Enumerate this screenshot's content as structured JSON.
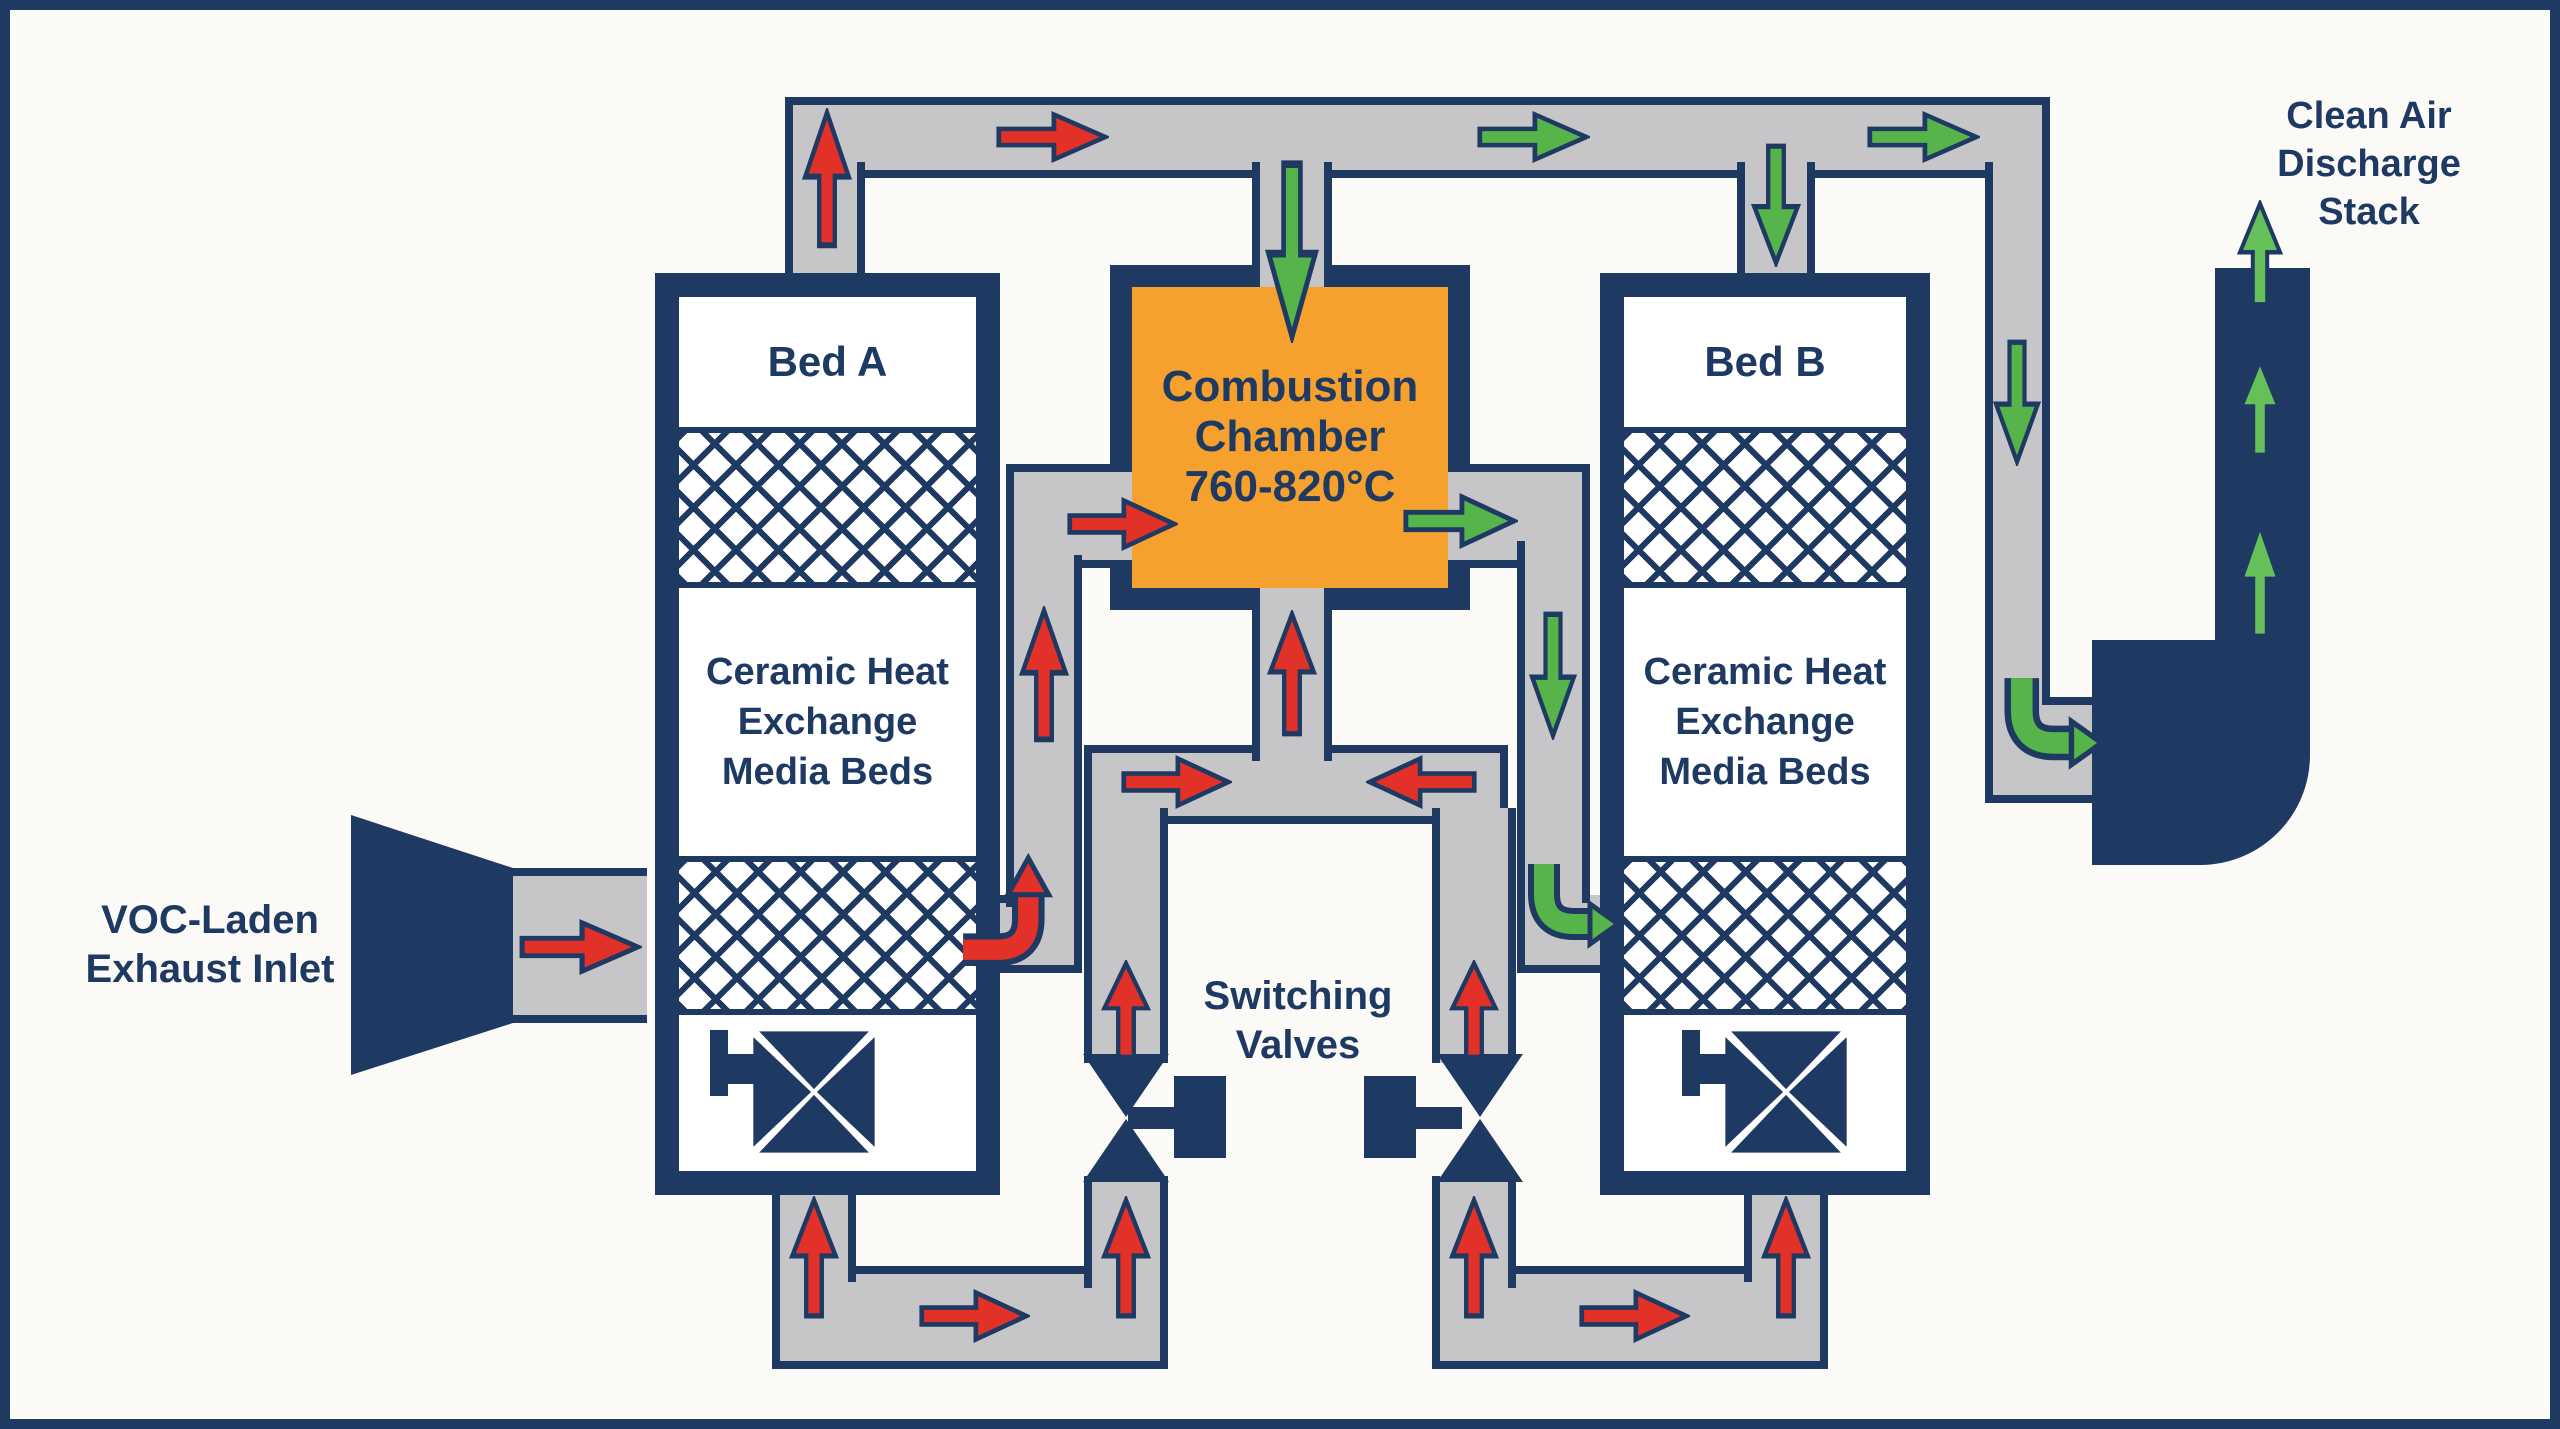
{
  "labels": {
    "inlet": [
      "VOC-Laden",
      "Exhaust Inlet"
    ],
    "bed_a": "Bed A",
    "bed_b": "Bed B",
    "media": [
      "Ceramic Heat",
      "Exchange",
      "Media Beds"
    ],
    "chamber": [
      "Combustion",
      "Chamber",
      "760-820°C"
    ],
    "valves": [
      "Switching",
      "Valves"
    ],
    "stack": [
      "Clean Air",
      "Discharge",
      "Stack"
    ]
  },
  "colors": {
    "navy": "#1e3a63",
    "grey": "#c6c6c8",
    "red": "#e23128",
    "green": "#56b44a",
    "green_light": "#66c05a",
    "orange": "#f6a02d",
    "bg": "#fbfaf7",
    "white": "#ffffff"
  }
}
